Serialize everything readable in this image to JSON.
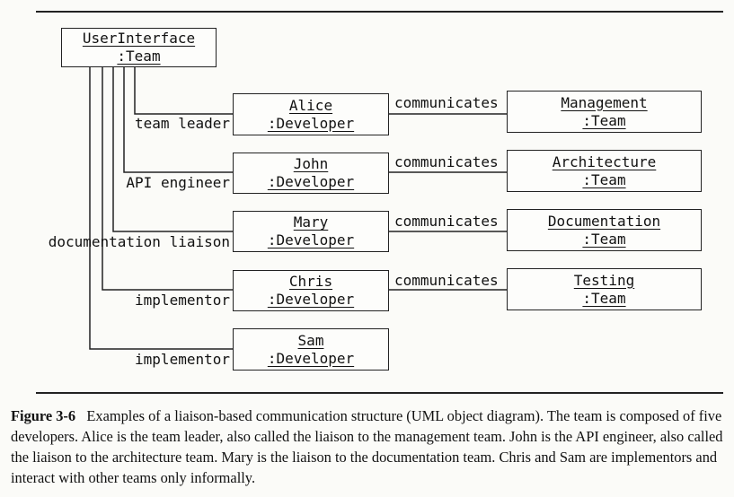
{
  "diagram": {
    "top_object": {
      "name": "UserInterface",
      "type": ":Team"
    },
    "rows": [
      {
        "role": "team leader",
        "dev_name": "Alice",
        "dev_type": ":Developer",
        "link": "communicates",
        "team_name": "Management",
        "team_type": ":Team"
      },
      {
        "role": "API engineer",
        "dev_name": "John",
        "dev_type": ":Developer",
        "link": "communicates",
        "team_name": "Architecture",
        "team_type": ":Team"
      },
      {
        "role": "documentation liaison",
        "dev_name": "Mary",
        "dev_type": ":Developer",
        "link": "communicates",
        "team_name": "Documentation",
        "team_type": ":Team"
      },
      {
        "role": "implementor",
        "dev_name": "Chris",
        "dev_type": ":Developer",
        "link": "communicates",
        "team_name": "Testing",
        "team_type": ":Team"
      },
      {
        "role": "implementor",
        "dev_name": "Sam",
        "dev_type": ":Developer"
      }
    ]
  },
  "caption": {
    "label": "Figure 3-6",
    "text": "Examples of a liaison-based communication structure (UML object diagram). The team is composed of five developers. Alice is the team leader, also called the liaison to the management team. John is the API engineer, also called the liaison to the architecture team. Mary is the liaison to the documentation team. Chris and Sam are implementors and interact with other teams only informally."
  }
}
